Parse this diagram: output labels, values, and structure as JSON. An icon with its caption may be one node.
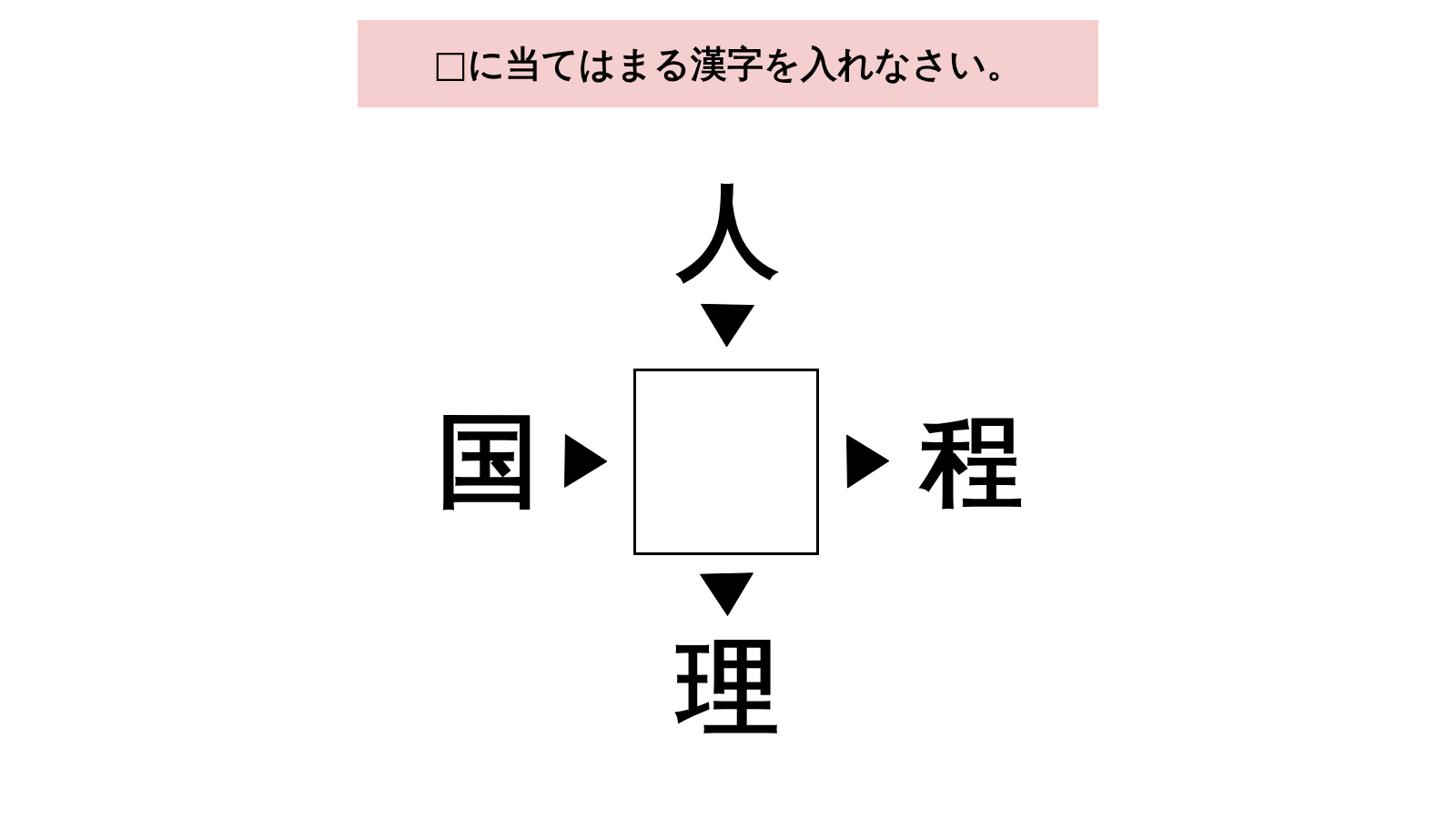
{
  "diagram": {
    "title": "□に当てはまる漢字を入れなさい。",
    "nodes": [
      {
        "text": [
          "人"
        ]
      },
      {
        "text": [
          "国"
        ]
      },
      {
        "text": [],
        "shape": "box"
      },
      {
        "text": [
          "程"
        ]
      },
      {
        "text": [
          "理"
        ]
      }
    ],
    "edges": [
      {
        "from": 0,
        "to": 2,
        "arrow": "to"
      },
      {
        "from": 1,
        "to": 2,
        "arrow": "to"
      },
      {
        "from": 2,
        "to": 3,
        "arrow": "to"
      },
      {
        "from": 2,
        "to": 4,
        "arrow": "to"
      }
    ]
  }
}
